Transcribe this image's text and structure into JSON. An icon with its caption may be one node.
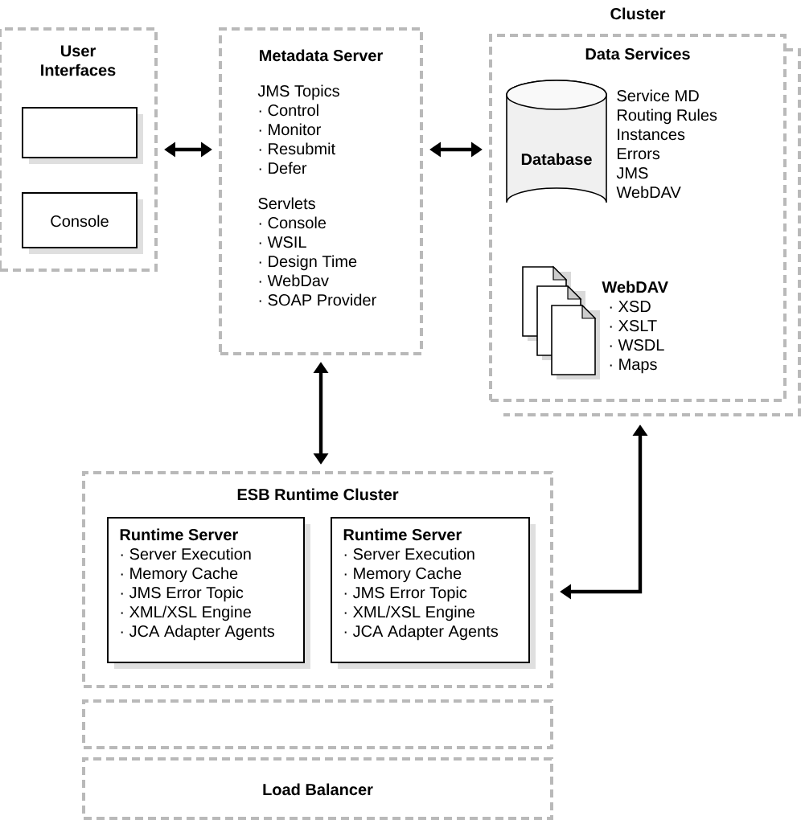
{
  "diagram": {
    "nodes": [
      {
        "text": [
          "User Interfaces"
        ]
      },
      {
        "text": [],
        "shape": "box",
        "in": 0
      },
      {
        "text": [
          "Console"
        ],
        "in": 0
      },
      {
        "text": [
          "Metadata Server",
          "JMS Topics",
          "· Control",
          "· Monitor",
          "· Resubmit",
          "· Defer",
          "Servlets",
          "· Console",
          "· WSIL",
          "· Design Time",
          "· WebDav",
          "· SOAP Provider"
        ]
      },
      {
        "text": [
          "Cluster",
          "Data Services"
        ]
      },
      {
        "text": [
          "Database"
        ],
        "in": 4,
        "beside": [
          "Service MD",
          "Routing Rules",
          "Instances",
          "Errors",
          "JMS",
          "WebDAV"
        ]
      },
      {
        "text": [],
        "shape": "document",
        "in": 4,
        "beside": [
          "WebDAV",
          "· XSD",
          "· XSLT",
          "· WSDL",
          "· Maps"
        ]
      },
      {
        "text": [
          "ESB Runtime Cluster"
        ]
      },
      {
        "text": [
          "Runtime Server",
          "· Server Execution",
          "· Memory Cache",
          "· JMS Error Topic",
          "· XML/XSL Engine",
          "· JCA Adapter Agents"
        ],
        "in": 7
      },
      {
        "text": [
          "Runtime Server",
          "· Server Execution",
          "· Memory Cache",
          "· JMS Error Topic",
          "· XML/XSL Engine",
          "· JCA Adapter Agents"
        ],
        "in": 7
      },
      {
        "text": [],
        "shape": "box"
      },
      {
        "text": [
          "Load Balancer"
        ]
      }
    ],
    "edges": [
      {
        "from": 0,
        "to": 3,
        "arrow": "both"
      },
      {
        "from": 3,
        "to": 4,
        "arrow": "both"
      },
      {
        "from": 3,
        "to": 7,
        "arrow": "both"
      },
      {
        "from": 4,
        "to": 7,
        "arrow": "both"
      }
    ]
  }
}
